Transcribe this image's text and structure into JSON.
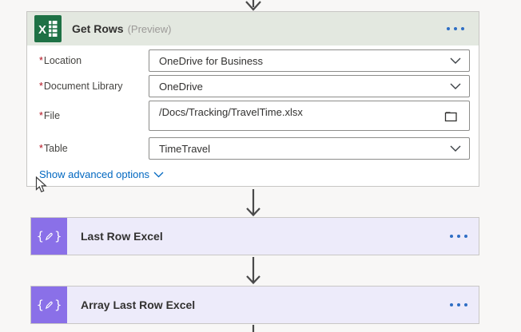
{
  "required_marker": "*",
  "get_rows": {
    "title": "Get Rows",
    "title_suffix": "(Preview)",
    "connector_icon": "excel-icon",
    "fields": [
      {
        "label": "Location",
        "required": true,
        "type": "dropdown",
        "value": "OneDrive for Business"
      },
      {
        "label": "Document Library",
        "required": true,
        "type": "dropdown",
        "value": "OneDrive"
      },
      {
        "label": "File",
        "required": true,
        "type": "file-picker",
        "value": "/Docs/Tracking/TravelTime.xlsx"
      },
      {
        "label": "Table",
        "required": true,
        "type": "dropdown",
        "value": "TimeTravel"
      }
    ],
    "advanced_link": "Show advanced options"
  },
  "actions": [
    {
      "title": "Last Row Excel",
      "connector_icon": "compose-braces-pencil-icon"
    },
    {
      "title": "Array Last Row Excel",
      "connector_icon": "compose-braces-pencil-icon"
    }
  ],
  "colors": {
    "excel_green": "#1e7145",
    "excel_header_bg": "#e3e8e0",
    "compose_purple": "#8a70e8",
    "compose_card_bg": "#edebfa",
    "link_blue": "#0067c0",
    "ellipsis_blue": "#2e6ec4",
    "required_red": "#b10e1c",
    "arrow_gray": "#4a4a4a"
  }
}
